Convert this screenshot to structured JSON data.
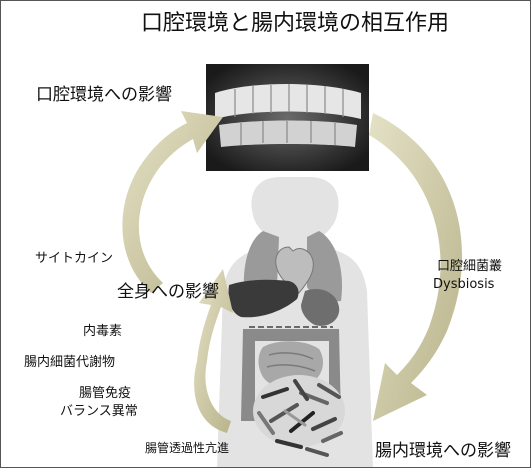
{
  "title": "口腔環境と腸内環境の相互作用",
  "labels": {
    "oral_effect": "口腔環境への影響",
    "cytokine": "サイトカイン",
    "systemic_effect": "全身への影響",
    "endotoxin": "内毒素",
    "bacterial_metabolites": "腸内細菌代謝物",
    "immune_line1": "腸管免疫",
    "immune_line2": "バランス異常",
    "permeability": "腸管透過性亢進",
    "oral_flora": "口腔細菌叢",
    "dysbiosis": "Dysbiosis",
    "gut_effect": "腸内環境への影響"
  },
  "colors": {
    "arrow": "#c9c59c",
    "silhouette": "#e3e3e3",
    "organs": "#8a8a8a",
    "liver": "#3a3a3a"
  },
  "icons": {
    "mouth": "teeth-photo",
    "body": "torso-organs",
    "bacteria": "bacteria-cluster"
  }
}
